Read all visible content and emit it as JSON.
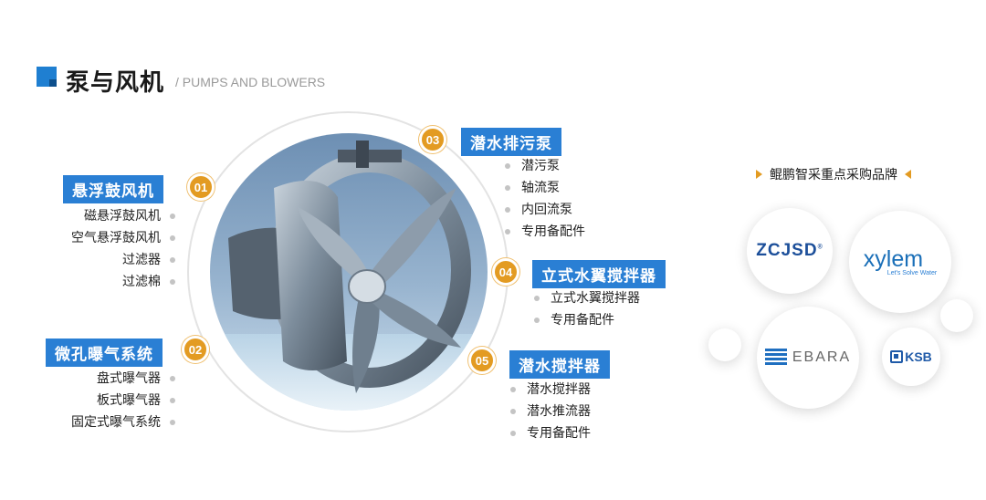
{
  "header": {
    "title": "泵与风机",
    "subtitle": "/ PUMPS AND BLOWERS"
  },
  "categories": [
    {
      "number": "01",
      "label": "悬浮鼓风机",
      "items": [
        "磁悬浮鼓风机",
        "空气悬浮鼓风机",
        "过滤器",
        "过滤棉"
      ]
    },
    {
      "number": "02",
      "label": "微孔曝气系统",
      "items": [
        "盘式曝气器",
        "板式曝气器",
        "固定式曝气系统"
      ]
    },
    {
      "number": "03",
      "label": "潜水排污泵",
      "items": [
        "潜污泵",
        "轴流泵",
        "内回流泵",
        "专用备配件"
      ]
    },
    {
      "number": "04",
      "label": "立式水翼搅拌器",
      "items": [
        "立式水翼搅拌器",
        "专用备配件"
      ]
    },
    {
      "number": "05",
      "label": "潜水搅拌器",
      "items": [
        "潜水搅拌器",
        "潜水推流器",
        "专用备配件"
      ]
    }
  ],
  "brands": {
    "title": "鲲鹏智采重点采购品牌",
    "zcjsd": "ZCJSD",
    "zcjsd_mark": "®",
    "xylem": "xylem",
    "xylem_tagline": "Let's Solve Water",
    "ebara": "EBARA",
    "ksb": "KSB"
  },
  "colors": {
    "accent_blue": "#2a7fd4",
    "badge_orange": "#e39b22"
  }
}
